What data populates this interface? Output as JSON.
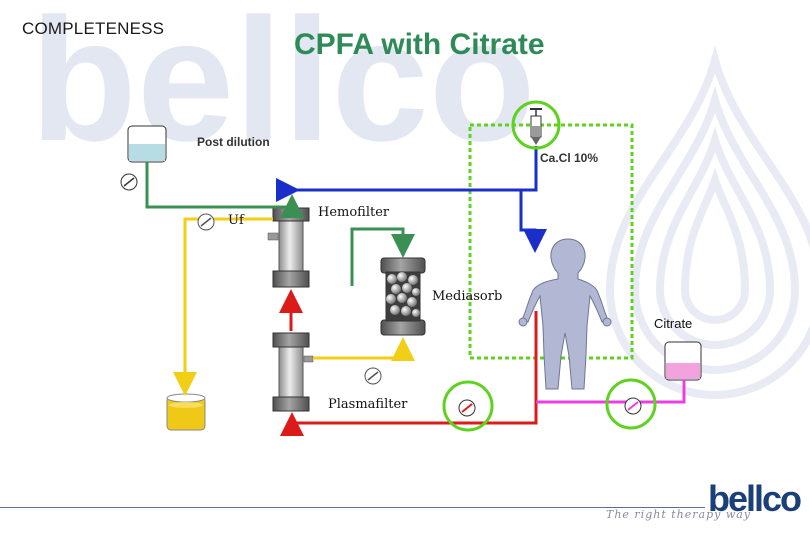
{
  "header": {
    "section": "COMPLETENESS",
    "title": "CPFA with Citrate"
  },
  "labels": {
    "post_dilution": "Post dilution",
    "cacl": "Ca.Cl 10%",
    "uf": "Uf",
    "hemofilter": "Hemofilter",
    "mediasorb": "Mediasorb",
    "plasmafilter": "Plasmafilter",
    "citrate": "Citrate"
  },
  "footer": {
    "logo": "bellco",
    "tagline": "The right therapy way"
  },
  "colors": {
    "blue": "#1a2fc9",
    "green": "#3a8f52",
    "yellow": "#f1cf14",
    "red": "#dd1a1a",
    "magenta": "#ea3fe0",
    "highlight": "#5fd11f",
    "fluid": "#b6dde3",
    "watermark": "#e3e7f2",
    "brand": "#1b3f7a"
  }
}
